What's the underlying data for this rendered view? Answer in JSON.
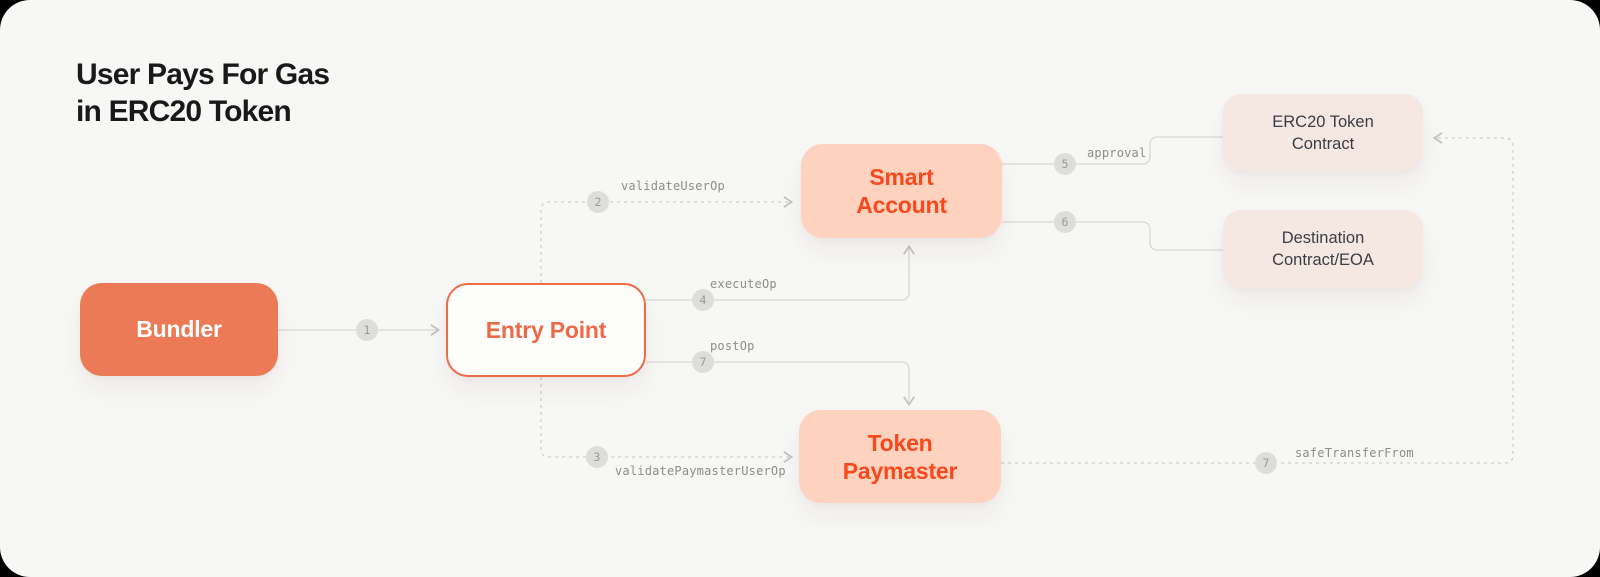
{
  "title": {
    "line1": "User Pays For Gas",
    "line2": "in ERC20 Token"
  },
  "nodes": {
    "bundler": {
      "label": "Bundler"
    },
    "entry_point": {
      "label": "Entry Point"
    },
    "smart_account": {
      "label": "Smart Account"
    },
    "token_paymaster": {
      "label": "Token Paymaster"
    },
    "erc20_token_contract": {
      "label": "ERC20 Token Contract"
    },
    "destination_contract": {
      "label": "Destination Contract/EOA"
    }
  },
  "edges": {
    "submit": {
      "step": "1",
      "label": ""
    },
    "validate_user_op": {
      "step": "2",
      "label": "validateUserOp"
    },
    "validate_paymaster_user_op": {
      "step": "3",
      "label": "validatePaymasterUserOp"
    },
    "execute_op": {
      "step": "4",
      "label": "executeOp"
    },
    "approval": {
      "step": "5",
      "label": "approval"
    },
    "call_destination": {
      "step": "6",
      "label": ""
    },
    "post_op": {
      "step": "7",
      "label": "postOp"
    },
    "safe_transfer_from": {
      "step": "7",
      "label": "safeTransferFrom"
    }
  },
  "colors": {
    "page_background": "#000000",
    "canvas_background": "#F7F7F5",
    "bundler_fill": "#ED7A57",
    "bundler_text": "#FFFFFF",
    "entry_point_border": "#EE6C48",
    "entry_point_fill": "#FDFDFC",
    "entry_point_text": "#ED6A48",
    "account_fill": "#FDD2BE",
    "account_text": "#F8481D",
    "contract_fill": "#F5E8E3",
    "contract_text": "#3B3D46",
    "connector": "#D8D7D5",
    "connector_dashed": "#CFCECC",
    "badge_fill": "#DDDDDC",
    "badge_text": "#999997",
    "edge_label": "#8E8D8B",
    "title_text": "#191919"
  }
}
